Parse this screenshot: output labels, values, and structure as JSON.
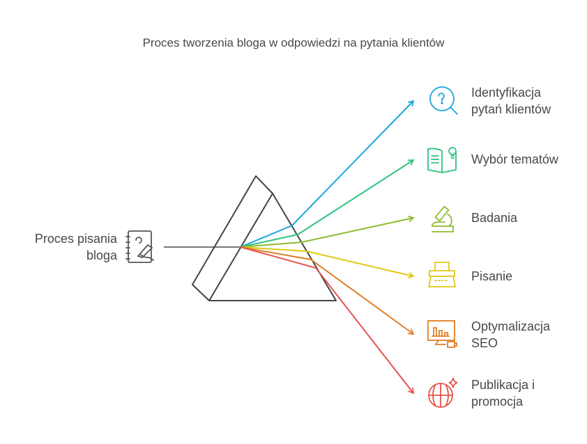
{
  "title": "Proces tworzenia bloga w odpowiedzi na pytania klientów",
  "source": {
    "line1": "Proces pisania",
    "line2": "bloga",
    "icon": "notebook-pen-icon"
  },
  "outputs": [
    {
      "line1": "Identyfikacja",
      "line2": "pytań klientów",
      "color": "#1aa7d9",
      "icon": "head-question-magnifier-icon"
    },
    {
      "line1": "Wybór tematów",
      "line2": "",
      "color": "#2ec27e",
      "icon": "book-lightbulb-icon"
    },
    {
      "line1": "Badania",
      "line2": "",
      "color": "#8dbb2e",
      "icon": "microscope-icon"
    },
    {
      "line1": "Pisanie",
      "line2": "",
      "color": "#e0c814",
      "icon": "typewriter-icon"
    },
    {
      "line1": "Optymalizacja",
      "line2": "SEO",
      "color": "#e07e25",
      "icon": "monitor-chart-coffee-icon"
    },
    {
      "line1": "Publikacja i",
      "line2": "promocja",
      "color": "#e5534b",
      "icon": "globe-sparkle-icon"
    }
  ]
}
